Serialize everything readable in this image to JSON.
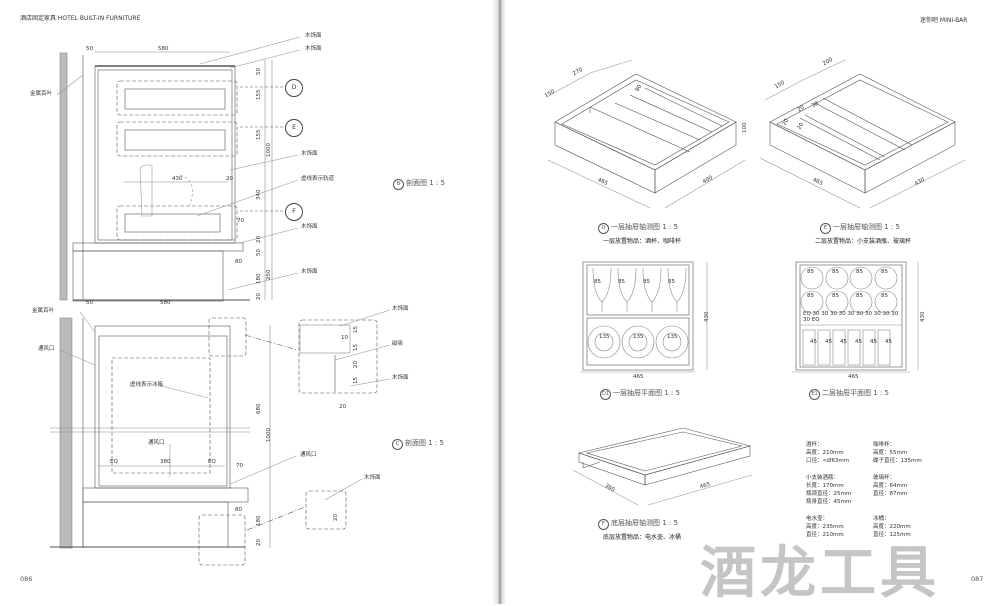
{
  "left_page": {
    "header": "酒店固定家具  HOTEL BUILT-IN FURNITURE",
    "page_number": "086",
    "section_b": {
      "caption_mark": "B",
      "caption": "剖面图  1 : 5",
      "labels": [
        "木饰面",
        "木饰面",
        "金属百叶",
        "木饰面",
        "虚线表示轨道",
        "木饰面",
        "木饰面"
      ],
      "callouts": [
        "D",
        "E",
        "F"
      ],
      "dims": [
        "50",
        "580",
        "430",
        "20",
        "1000",
        "50",
        "155",
        "155",
        "340",
        "70",
        "20",
        "50",
        "80",
        "180",
        "250",
        "20"
      ]
    },
    "section_c": {
      "caption_mark": "C",
      "caption": "剖面图  1 : 5",
      "labels": [
        "金属百叶",
        "通风口",
        "虚线表示冰箱",
        "通风口",
        "通风口",
        "木饰面",
        "磁吸",
        "木饰面",
        "木饰面"
      ],
      "dims": [
        "50",
        "580",
        "EQ",
        "380",
        "EQ",
        "70",
        "680",
        "1000",
        "80",
        "180",
        "20",
        "20",
        "15",
        "10",
        "15",
        "20",
        "15",
        "20"
      ]
    }
  },
  "right_page": {
    "header": "迷你吧   MINI-BAR",
    "page_number": "087",
    "watermark": "酒龙工具",
    "iso_d": {
      "mark": "D",
      "caption": "一层抽屉轴测图  1 : 5",
      "items": "一层放置物品：酒杯、咖啡杯",
      "dims": [
        "150",
        "270",
        "80",
        "100",
        "465",
        "400"
      ]
    },
    "iso_e": {
      "mark": "E",
      "caption": "一层抽屉轴测图  1 : 5",
      "items": "二层放置物品：小支装酒瓶、玻璃杯",
      "dims": [
        "150",
        "200",
        "20",
        "30",
        "20",
        "20",
        "465",
        "430"
      ]
    },
    "plan_d1": {
      "mark": "D1",
      "caption": "一层抽屉平面图  1 : 5",
      "dims": [
        "85",
        "85",
        "85",
        "85",
        "135",
        "135",
        "135",
        "465",
        "430"
      ]
    },
    "plan_e1": {
      "mark": "E1",
      "caption": "二层抽屉平面图  1 : 5",
      "dims": [
        "85",
        "85",
        "85",
        "85",
        "85",
        "85",
        "85",
        "85",
        "EQ 30 30 30 30 30 30 30 30 30 30 30 EQ",
        "45",
        "45",
        "45",
        "45",
        "45",
        "45",
        "465",
        "430"
      ]
    },
    "iso_f": {
      "mark": "F",
      "caption": "底层抽屉轴测图  1 : 5",
      "items": "底层放置物品：电水壶、冰桶",
      "dims": [
        "360",
        "465"
      ]
    },
    "specs": [
      {
        "title": "酒杯：",
        "lines": [
          "高度：210mm",
          "口径：<Ø63mm"
        ]
      },
      {
        "title": "咖啡杯：",
        "lines": [
          "高度：55mm",
          "碟子直径：135mm"
        ]
      },
      {
        "title": "小支装酒瓶：",
        "lines": [
          "长度：170mm",
          "瓶颈直径：25mm",
          "瓶身直径：45mm"
        ]
      },
      {
        "title": "玻璃杯：",
        "lines": [
          "高度：64mm",
          "直径：87mm"
        ]
      },
      {
        "title": "电水壶：",
        "lines": [
          "高度：235mm",
          "直径：210mm"
        ]
      },
      {
        "title": "冰桶：",
        "lines": [
          "高度：220mm",
          "直径：125mm"
        ]
      }
    ]
  }
}
